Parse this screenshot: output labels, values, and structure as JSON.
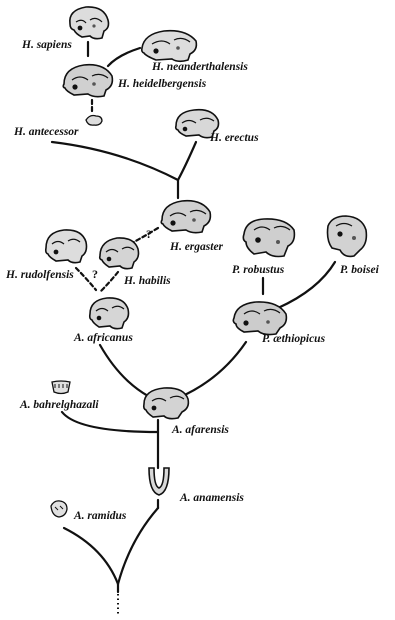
{
  "species": {
    "h_sapiens": "H. sapiens",
    "h_neanderthalensis": "H. neanderthalensis",
    "h_heidelbergensis": "H. heidelbergensis",
    "h_antecessor": "H. antecessor",
    "h_erectus": "H. erectus",
    "h_ergaster": "H. ergaster",
    "h_rudolfensis": "H. rudolfensis",
    "h_habilis": "H. habilis",
    "p_robustus": "P. robustus",
    "p_boisei": "P. boisei",
    "a_africanus": "A. africanus",
    "p_aethiopicus": "P. æthiopicus",
    "a_bahrelghazali": "A. bahrelghazali",
    "a_afarensis": "A. afarensis",
    "a_anamensis": "A. anamensis",
    "a_ramidus": "A. ramidus"
  },
  "uncertain_marker": "?",
  "colors": {
    "ink": "#111111",
    "shade": "#555555",
    "background": "#ffffff"
  }
}
